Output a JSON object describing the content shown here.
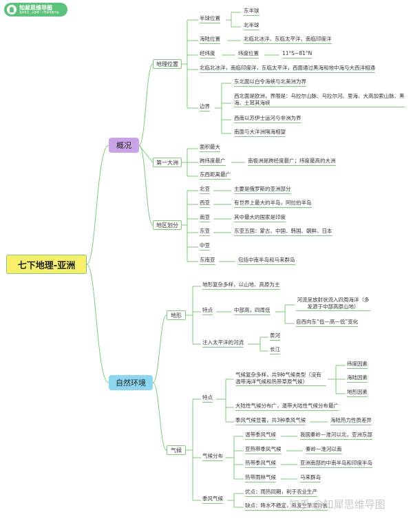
{
  "logo": {
    "name": "知犀思维导图",
    "tagline": "高效表达，从整理一个思维导图开始"
  },
  "root": "七下地理-亚洲",
  "overview": {
    "label": "概况",
    "location": {
      "label": "地理位置",
      "hemisphere": {
        "label": "半球位置",
        "items": [
          "东半球",
          "北半球"
        ]
      },
      "sea_land": {
        "label": "海陆位置",
        "value": "北临北冰洋、东临太平洋、南临印度洋"
      },
      "lonlat": {
        "label": "经纬度",
        "sub": "纬度位置",
        "value": "11°S~81°N"
      },
      "oceans": "北临北冰洋，南临印度洋，东临太平洋，西面通过黑海和地中海与大西洋相通",
      "border": {
        "label": "边界",
        "items": [
          "东北面以白令海峡与北美洲为界",
          "西北面是欧洲，界限是：乌拉尔山脉、乌拉尔河、里海、大高加索山脉、黑海、土耳其海峡",
          "西南以苏伊士运河与非洲为界",
          "南面与大洋洲隔海相望"
        ]
      }
    },
    "largest": {
      "label": "第一大洲",
      "area": "面积最大",
      "lat_span": {
        "label": "跨纬度最广",
        "value": "南极洲是跨经度最广；纬度最高的大洲"
      },
      "ew": "东西距离最广"
    },
    "regions": {
      "label": "地区划分",
      "items": [
        {
          "name": "北亚",
          "desc": "主要是俄罗斯的亚洲部分"
        },
        {
          "name": "西亚",
          "desc": "有世界上最大的半岛，阿拉伯半岛"
        },
        {
          "name": "南亚",
          "desc": "其中最大的国家是印度"
        },
        {
          "name": "东亚",
          "desc": "东亚五国：蒙古、中国、韩国、朝鲜、日本"
        },
        {
          "name": "中亚",
          "desc": ""
        },
        {
          "name": "东南亚",
          "desc": "包括中南半岛和马来群岛"
        }
      ]
    }
  },
  "nature": {
    "label": "自然环境",
    "terrain": {
      "label": "地形",
      "complex": "地形复杂多样，以山地、高原为主",
      "features": {
        "label": "特点",
        "high": "中部高，四周低",
        "rivers": "河流呈放射状流入四周海洋（多发源于中部高原山地）",
        "west_east": "自西向东“低—高—低”变化"
      },
      "pacific": {
        "label": "注入太平洋的河流",
        "items": [
          "黄河",
          "长江"
        ]
      }
    },
    "climate": {
      "label": "气候",
      "features": {
        "label": "特点",
        "types": "气候复杂多样，共9种气候类型（没有温带海洋气候和热带草原气候）",
        "factors": [
          "纬度因素",
          "海陆因素",
          "地形因素"
        ],
        "continental": "大陆性气候分布广，温带大陆性气候分布最广",
        "monsoon": "季风气候显著，共3种季风气候",
        "cause": "海陆热力性质差异"
      },
      "distribution": {
        "label": "气候分布",
        "items": [
          {
            "name": "温带季风气候",
            "area": "我国秦岭—淮河以北，亚洲东部"
          },
          {
            "name": "亚热带季风气候",
            "area": "秦岭—淮河以南"
          },
          {
            "name": "热带季风气候",
            "area": "亚洲南部的中南半岛和印度半岛"
          },
          {
            "name": "热带雨林气候",
            "area": "马来群岛"
          }
        ]
      },
      "monsoon_climate": {
        "label": "季风气候",
        "pros": "优点：雨热同期，利于农业生产",
        "cons": "缺点：降水不稳定，易发生旱涝灾害"
      }
    }
  },
  "watermark": "知乎 @知犀思维导图",
  "colors": {
    "line": "#7ec97a",
    "overview_box": "#c9a4e9",
    "nature_box": "#8dd6f0",
    "root_box": "#f7f06c",
    "sub_box_border": "#7ec97a"
  }
}
